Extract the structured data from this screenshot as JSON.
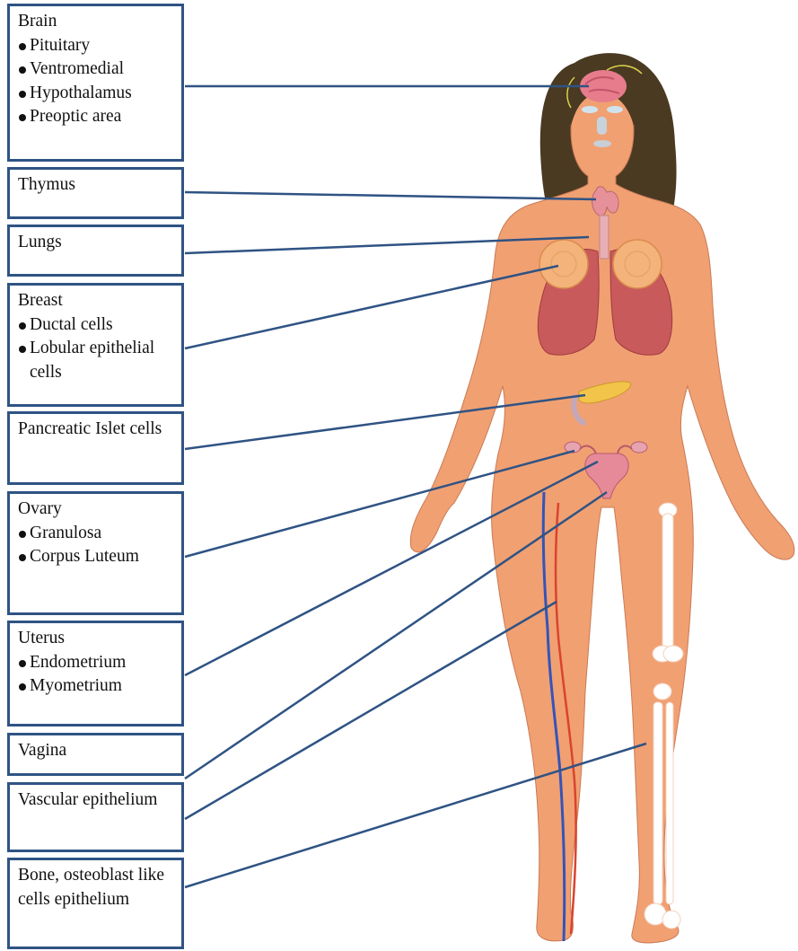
{
  "labels": {
    "brain": {
      "title": "Brain",
      "items": [
        "Pituitary",
        "Ventromedial",
        "Hypothalamus",
        "Preoptic area"
      ]
    },
    "thymus": {
      "title": "Thymus"
    },
    "lungs": {
      "title": "Lungs"
    },
    "breast": {
      "title": "Breast",
      "items": [
        "Ductal cells",
        "Lobular epithelial cells"
      ]
    },
    "pancreas": {
      "title": "Pancreatic Islet cells"
    },
    "ovary": {
      "title": "Ovary",
      "items": [
        "Granulosa",
        "Corpus Luteum"
      ]
    },
    "uterus": {
      "title": "Uterus",
      "items": [
        "Endometrium",
        "Myometrium"
      ]
    },
    "vagina": {
      "title": "Vagina"
    },
    "vascular": {
      "title": "Vascular epithelium"
    },
    "bone": {
      "title": "Bone, osteoblast like cells epithelium"
    }
  },
  "colors": {
    "box_border": "#2f5384",
    "leader_line": "#2f5384",
    "skin": "#f1a072",
    "hair": "#4a3a22",
    "vein": "#3454b8",
    "artery": "#d9442f",
    "bone": "#ffffff",
    "organ": "#cf5b5b"
  }
}
